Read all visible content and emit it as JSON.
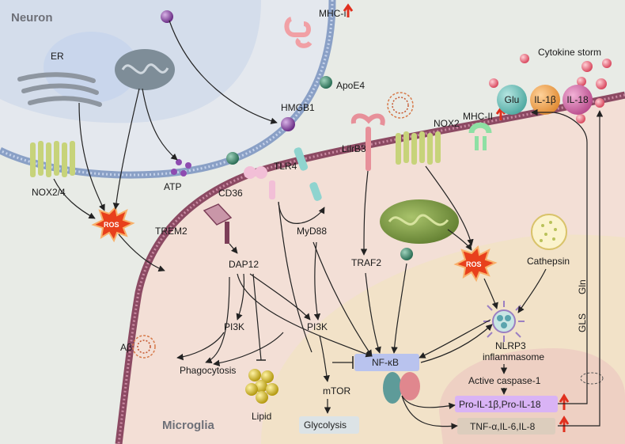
{
  "regions": {
    "neuron": "Neuron",
    "microglia": "Microglia"
  },
  "organelles": {
    "er": "ER"
  },
  "labels": {
    "mhc1": "MHC-I",
    "apoe4": "ApoE4",
    "hmgb1": "HMGB1",
    "atp": "ATP",
    "nox24": "NOX2/4",
    "ros": "ROS",
    "trem2": "TREM2",
    "cd36": "CD36",
    "tlr4": "TLR4",
    "lilrb3": "LilrB3",
    "nox2": "NOX2",
    "mhc2": "MHC-II",
    "cytokine_storm": "Cytokine storm",
    "dap12": "DAP12",
    "myd88": "MyD88",
    "traf2": "TRAF2",
    "cathepsin": "Cathepsin",
    "pi3k_a": "PI3K",
    "pi3k_b": "PI3K",
    "abeta": "Aβ",
    "phagocytosis": "Phagocytosis",
    "lipid": "Lipid",
    "nfkb": "NF-κB",
    "mtor": "mTOR",
    "glycolysis": "Glycolysis",
    "nlrp3_line1": "NLRP3",
    "nlrp3_line2": "inflammasome",
    "caspase": "Active caspase-1",
    "pro_il": "Pro-IL-1β,Pro-IL-18",
    "tnf": "TNF-α,IL-6,IL-8",
    "gls": "GLS",
    "gln": "Gln"
  },
  "cytokines": [
    "Glu",
    "IL-1β",
    "IL-18"
  ],
  "colors": {
    "upregulated_arrow": "#e0301e",
    "ros_burst": "#e8401c",
    "nfkb_box": "#b9c3ee",
    "pro_il_box": "#d9b3f5",
    "tnf_box": "#dccdbd",
    "glycolysis_box": "#dce3e6"
  },
  "icons": {
    "up_arrow": "red-up-arrow-icon",
    "ros": "ros-starburst-icon",
    "receptor": "membrane-receptor-icon"
  }
}
